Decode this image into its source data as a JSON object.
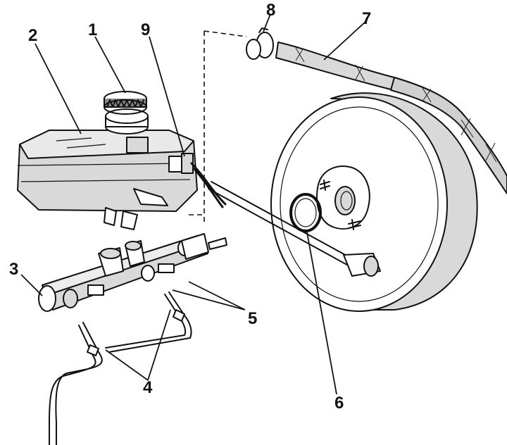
{
  "callouts": {
    "c1": "1",
    "c2": "2",
    "c3": "3",
    "c4": "4",
    "c5": "5",
    "c6": "6",
    "c7": "7",
    "c8": "8",
    "c9": "9"
  },
  "colors": {
    "ink": "#111111",
    "body_fill": "#d9d9d9",
    "background": "#ffffff"
  }
}
